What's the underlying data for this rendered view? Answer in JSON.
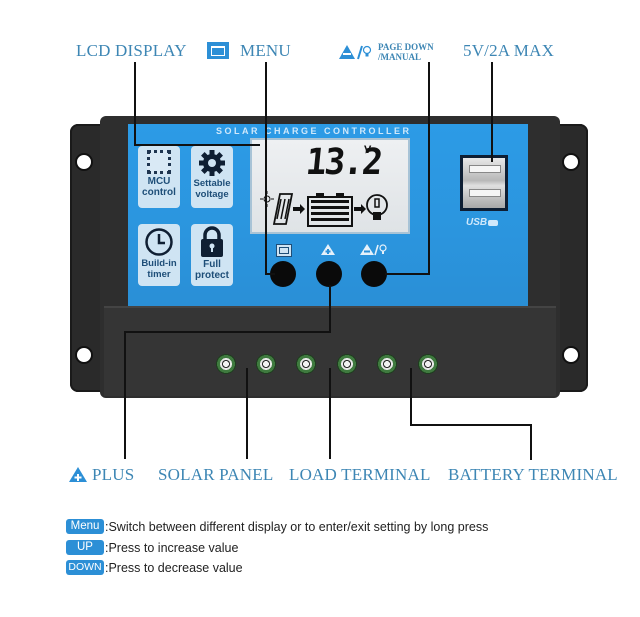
{
  "callouts": {
    "lcd_display": "LCD DISPLAY",
    "menu": "MENU",
    "page_down_line1": "PAGE DOWN",
    "page_down_line2": "/MANUAL",
    "usb_max": "5V/2A MAX",
    "plus": "PLUS",
    "solar_panel": "SOLAR PANEL",
    "load_terminal": "LOAD TERMINAL",
    "battery_terminal": "BATTERY TERMINAL"
  },
  "device": {
    "panel_title": "SOLAR CHARGE CONTROLLER",
    "lcd_reading": "13.2",
    "lcd_unit": "V",
    "usb_label": "USB",
    "features": [
      {
        "icon": "chip-icon",
        "label_line1": "MCU",
        "label_line2": "control"
      },
      {
        "icon": "gear-icon",
        "label_line1": "Settable",
        "label_line2": "voltage"
      },
      {
        "icon": "clock-icon",
        "label_line1": "Build-in",
        "label_line2": "timer"
      },
      {
        "icon": "lock-icon",
        "label_line1": "Full",
        "label_line2": "protect"
      }
    ],
    "buttons": [
      {
        "name": "menu",
        "icon": "menu-icon"
      },
      {
        "name": "up",
        "icon": "up-triangle-icon"
      },
      {
        "name": "down-manual",
        "icon": "down-bulb-icon"
      }
    ],
    "terminal_count": 6
  },
  "legend": [
    {
      "badge": "Menu",
      "text": ":Switch between different display or to enter/exit setting by long press"
    },
    {
      "badge": "UP",
      "text": ":Press to increase value"
    },
    {
      "badge": "DOWN",
      "text": ":Press to decrease value"
    }
  ],
  "colors": {
    "accent_blue": "#2c8fd6",
    "callout_text": "#3d86b4",
    "terminal_green": "#3f7a3f"
  }
}
